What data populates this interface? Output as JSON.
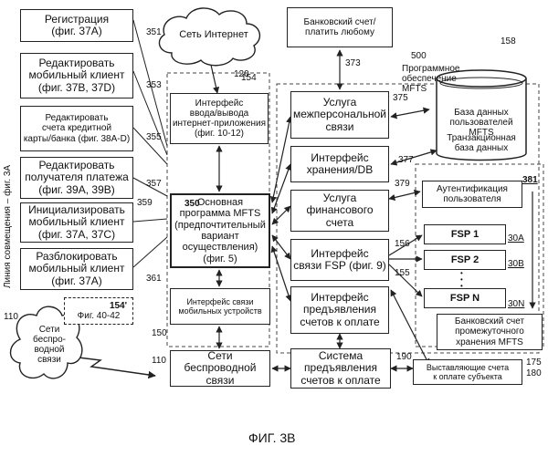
{
  "figure": {
    "caption": "ФИГ. 3B"
  },
  "cloud_internet": {
    "label": "Сеть Интернет",
    "ref": "120"
  },
  "cloud_wireless": {
    "label": "Сети\nбеспро-\nводной\nсвязи",
    "ref": "110"
  },
  "bank_top": {
    "label": "Банковский счет/\nплатить любому",
    "ref": "373"
  },
  "mfts_software": {
    "label": "Программное\nобеспечение MFTS",
    "ref": "500"
  },
  "database": {
    "label_top": "База данных\nпользователей MFTS",
    "label_bottom": "Транзакционная\nбаза данных",
    "ref": "158"
  },
  "vertical_label": "Линия совмещения – фиг. 3А",
  "left_boxes": [
    {
      "label": "Регистрация\n(фиг. 37А)",
      "ref": "351"
    },
    {
      "label": "Редактировать\nмобильный клиент\n(фиг. 37В, 37D)",
      "ref": "353"
    },
    {
      "label": "Редактировать\nсчета кредитной\nкарты/банка (фиг. 38A-D)",
      "ref": "355"
    },
    {
      "label": "Редактировать\nполучателя платежа\n(фиг. 39А, 39В)",
      "ref": "357"
    },
    {
      "label": "Инициализировать\nмобильный клиент\n(фиг. 37А, 37С)",
      "ref": "359"
    },
    {
      "label": "Разблокировать\nмобильный клиент\n(фиг. 37А)",
      "ref": "361"
    }
  ],
  "box_154prime": {
    "ref": "154'",
    "label": "Фиг. 40-42"
  },
  "center": {
    "web_io": {
      "label": "Интерфейс\nввода/вывода\nинтернет-приложения\n(фиг. 10-12)",
      "ref": "154"
    },
    "main": {
      "label": "Основная\nпрограмма MFTS\n(предпочтительный\nвариант\nосуществления)\n(фиг. 5)",
      "ref": "350"
    },
    "mobile_iface": {
      "label": "Интерфейс связи\nмобильных устройств",
      "ref": "150"
    },
    "wireless": {
      "label": "Сети\nбеспроводной\nсвязи",
      "ref": "110"
    }
  },
  "services": {
    "p2p": {
      "label": "Услуга\nмежперсональной\nсвязи",
      "ref": "375"
    },
    "storage": {
      "label": "Интерфейс\nхранения/DB",
      "ref": "377"
    },
    "finance": {
      "label": "Услуга\nфинансового\nсчета",
      "ref": "379"
    },
    "fsp_iface": {
      "label": "Интерфейс\nсвязи FSP (фиг. 9)",
      "ref": "156"
    },
    "billing_iface": {
      "label": "Интерфейс\nпредъявления\nсчетов к оплате",
      "ref": "155"
    },
    "billing_system": {
      "label": "Система\nпредъявления\nсчетов к оплате",
      "ref": "190"
    }
  },
  "right": {
    "auth": {
      "label": "Аутентификация\nпользователя",
      "ref": "381"
    },
    "fsps": [
      {
        "label": "FSP 1",
        "ref": "30A"
      },
      {
        "label": "FSP 2",
        "ref": "30B"
      },
      {
        "label": "FSP N",
        "ref": "30N"
      }
    ],
    "dots": "•\n•\n•",
    "escrow": {
      "label": "Банковский счет\nпромежуточного\nхранения MFTS",
      "ref": "175"
    },
    "bill_subject": {
      "label": "Выставляющие счета\nк оплате субъекта",
      "ref": "180"
    }
  }
}
